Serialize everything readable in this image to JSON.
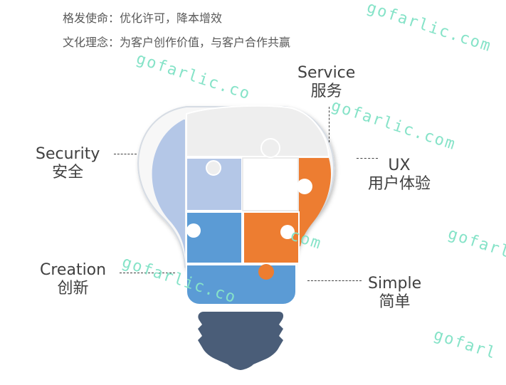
{
  "taglines": {
    "mission": "格发使命：优化许可，降本增效",
    "philosophy": "文化理念：为客户创作价值，与客户合作共赢"
  },
  "labels": {
    "service": {
      "en": "Service",
      "zh": "服务"
    },
    "security": {
      "en": "Security",
      "zh": "安全"
    },
    "ux": {
      "en": "UX",
      "zh": "用户体验"
    },
    "creation": {
      "en": "Creation",
      "zh": "创新"
    },
    "simple": {
      "en": "Simple",
      "zh": "简单"
    }
  },
  "watermarks": {
    "text": "gofarlic.com",
    "short": "gofarlic.co",
    "tail": "com",
    "partial": "gofarl"
  },
  "colors": {
    "service_piece": "#eeeeee",
    "security_piece": "#b4c7e7",
    "ux_piece": "#ed7d31",
    "creation_piece": "#5b9bd5",
    "center_piece": "#ffffff",
    "base": "#4a5d78",
    "outline": "#d6dce4"
  }
}
